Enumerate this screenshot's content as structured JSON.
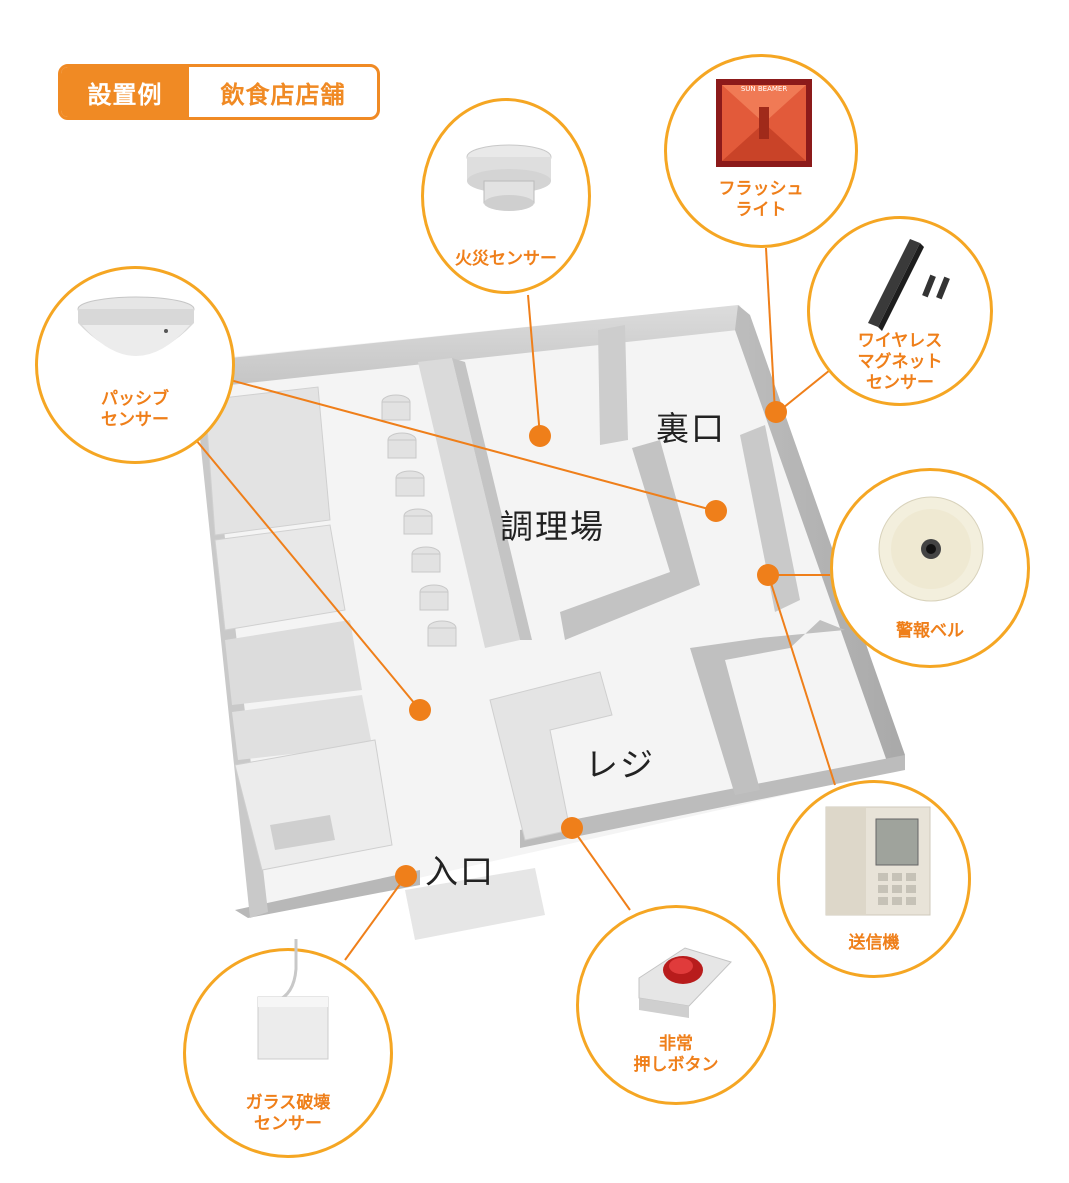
{
  "header": {
    "tag_label": "設置例",
    "tag_value": "飲食店店舗"
  },
  "rooms": {
    "kitchen": "調理場",
    "back_door": "裏口",
    "register": "レジ",
    "entrance": "入口"
  },
  "devices": {
    "fire_sensor": "火災センサー",
    "flash_light": "フラッシュ\nライト",
    "flash_light_brand": "SUN BEAMER",
    "wireless_magnet": "ワイヤレス\nマグネット\nセンサー",
    "passive_sensor": "パッシブ\nセンサー",
    "alarm_bell": "警報ベル",
    "transmitter": "送信機",
    "emergency_button": "非常\n押しボタン",
    "glass_break": "ガラス破壊\nセンサー"
  },
  "colors": {
    "accent": "#f08a24",
    "circle_border": "#f5a623",
    "marker": "#ef7f1a",
    "wall": "#c8c8c8",
    "floor": "#f2f2f2"
  }
}
